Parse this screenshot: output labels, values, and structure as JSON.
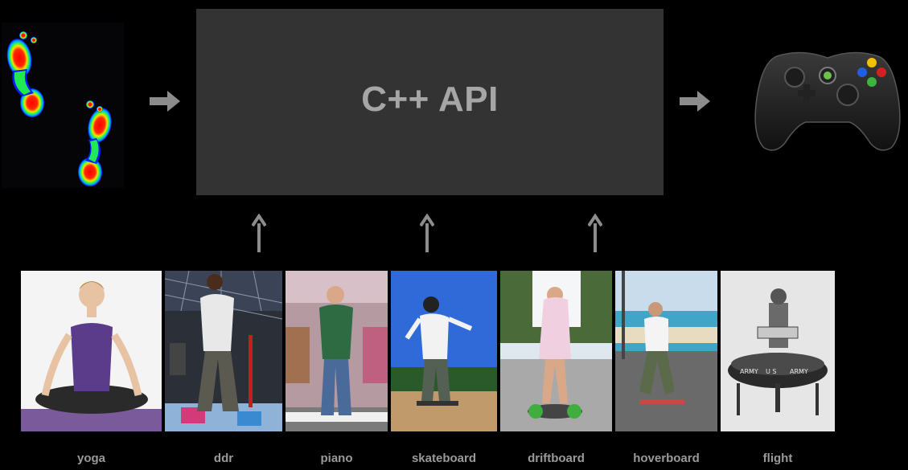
{
  "api": {
    "label": "C++ API"
  },
  "activities": [
    {
      "label": "yoga"
    },
    {
      "label": "ddr"
    },
    {
      "label": "piano"
    },
    {
      "label": "skateboard"
    },
    {
      "label": "driftboard"
    },
    {
      "label": "hoverboard"
    },
    {
      "label": "flight"
    }
  ],
  "colors": {
    "background": "#000000",
    "api_box": "#333333",
    "api_text": "#a6a6a6",
    "arrow": "#8c8c8c",
    "caption": "#9a9a9a"
  },
  "icons": {
    "pressure_map": "footprint-heatmap-icon",
    "controller": "game-controller-icon"
  }
}
